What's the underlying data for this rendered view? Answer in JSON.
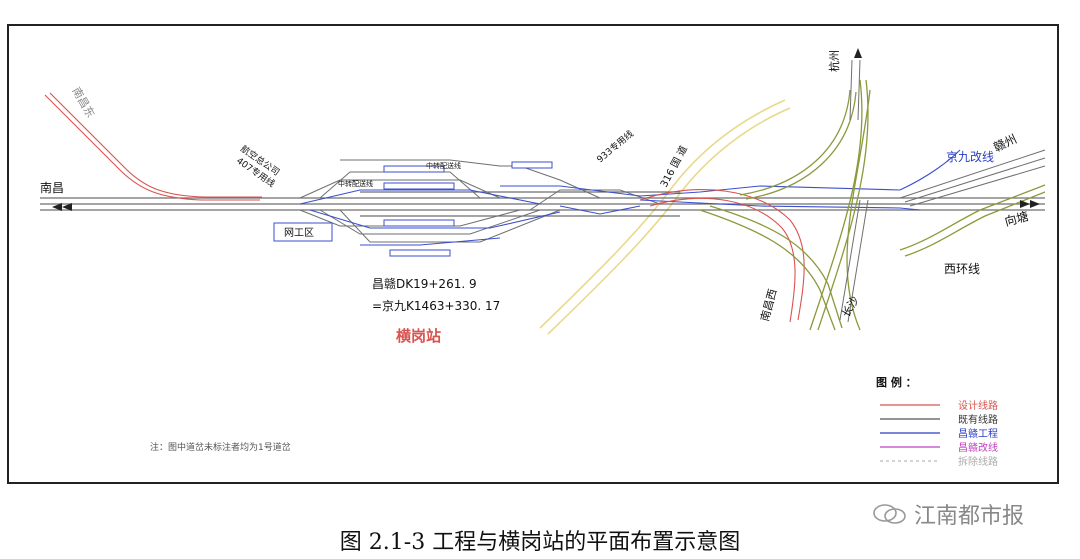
{
  "labels": {
    "nanchang": "南昌",
    "nanchang_east": "南昌东",
    "aviation": "航空总公司",
    "aviation2": "407专用线",
    "wanggongqu": "网工区",
    "line933": "933专用线",
    "road316": "316 国 道",
    "hangzhou": "杭州",
    "ganzhou": "赣州",
    "jingjiu": "京九改线",
    "xiangtang": "向塘",
    "xihuan": "西环线",
    "nanchangxi": "南昌西",
    "changsha": "长沙",
    "chainage1": "昌赣DK19+261. 9",
    "chainage2": "=京九K1463+330. 17",
    "station": "横岗站",
    "note": "注：图中道岔未标注者均为1号道岔",
    "zhongyu": "中转配送线",
    "zhongyu2": "中转配送线"
  },
  "legend": {
    "title": "图 例 ：",
    "items": [
      {
        "label": "设计线路",
        "color": "#d9534f"
      },
      {
        "label": "既有线路",
        "color": "#555555"
      },
      {
        "label": "昌赣工程",
        "color": "#2b3fc4"
      },
      {
        "label": "昌赣改线",
        "color": "#c040c0"
      },
      {
        "label": "拆除线路",
        "color": "#bbbbbb"
      }
    ]
  },
  "caption": "图 2.1-3    工程与横岗站的平面布置示意图",
  "watermark": "江南都市报",
  "colors": {
    "existing": "#6f6f6f",
    "design": "#d9534f",
    "ganline": "#3b4fd0",
    "green": "#8a9a3a",
    "road": "#e8d98a"
  }
}
